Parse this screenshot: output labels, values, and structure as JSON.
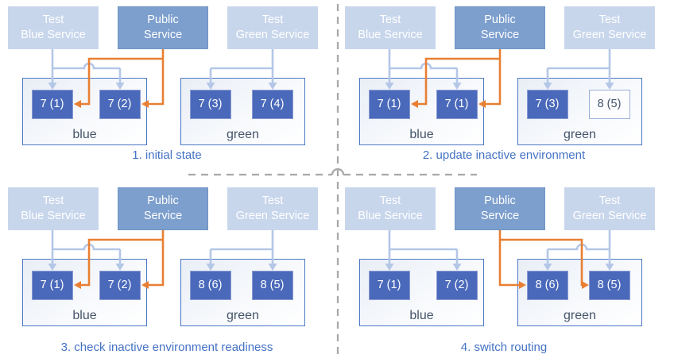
{
  "colors": {
    "service_light_fill": "#c8d6ec",
    "service_public_fill": "#7d9fcd",
    "pod_fill": "#4a69ba",
    "pod_outline_border": "#9db0d8",
    "env_border": "#4a77c4",
    "env_label_text": "#44546a",
    "caption_text": "#4472c4",
    "arrow_light": "#b4c7e7",
    "arrow_orange": "#e87f33",
    "divider_gray": "#a9a9a9"
  },
  "quadrants": [
    {
      "caption": "1. initial state",
      "routing": "blue",
      "services": [
        {
          "line1": "Test",
          "line2": "Blue Service"
        },
        {
          "line1": "Public",
          "line2": "Service"
        },
        {
          "line1": "Test",
          "line2": "Green Service"
        }
      ],
      "environments": [
        {
          "label": "blue",
          "pods": [
            {
              "text": "7 (1)",
              "style": "filled"
            },
            {
              "text": "7 (2)",
              "style": "filled"
            }
          ]
        },
        {
          "label": "green",
          "pods": [
            {
              "text": "7 (3)",
              "style": "filled"
            },
            {
              "text": "7 (4)",
              "style": "filled"
            }
          ]
        }
      ]
    },
    {
      "caption": "2. update inactive environment",
      "routing": "blue",
      "services": [
        {
          "line1": "Test",
          "line2": "Blue Service"
        },
        {
          "line1": "Public",
          "line2": "Service"
        },
        {
          "line1": "Test",
          "line2": "Green Service"
        }
      ],
      "environments": [
        {
          "label": "blue",
          "pods": [
            {
              "text": "7 (1)",
              "style": "filled"
            },
            {
              "text": "7 (1)",
              "style": "filled"
            }
          ]
        },
        {
          "label": "green",
          "pods": [
            {
              "text": "7 (3)",
              "style": "filled"
            },
            {
              "text": "8 (5)",
              "style": "outline"
            }
          ]
        }
      ]
    },
    {
      "caption": "3. check inactive environment readiness",
      "routing": "blue",
      "services": [
        {
          "line1": "Test",
          "line2": "Blue Service"
        },
        {
          "line1": "Public",
          "line2": "Service"
        },
        {
          "line1": "Test",
          "line2": "Green Service"
        }
      ],
      "environments": [
        {
          "label": "blue",
          "pods": [
            {
              "text": "7 (1)",
              "style": "filled"
            },
            {
              "text": "7 (2)",
              "style": "filled"
            }
          ]
        },
        {
          "label": "green",
          "pods": [
            {
              "text": "8 (6)",
              "style": "filled"
            },
            {
              "text": "8 (5)",
              "style": "filled"
            }
          ]
        }
      ]
    },
    {
      "caption": "4. switch routing",
      "routing": "green",
      "services": [
        {
          "line1": "Test",
          "line2": "Blue Service"
        },
        {
          "line1": "Public",
          "line2": "Service"
        },
        {
          "line1": "Test",
          "line2": "Green Service"
        }
      ],
      "environments": [
        {
          "label": "blue",
          "pods": [
            {
              "text": "7 (1)",
              "style": "filled"
            },
            {
              "text": "7 (2)",
              "style": "filled"
            }
          ]
        },
        {
          "label": "green",
          "pods": [
            {
              "text": "8 (6)",
              "style": "filled"
            },
            {
              "text": "8 (5)",
              "style": "filled"
            }
          ]
        }
      ]
    }
  ]
}
